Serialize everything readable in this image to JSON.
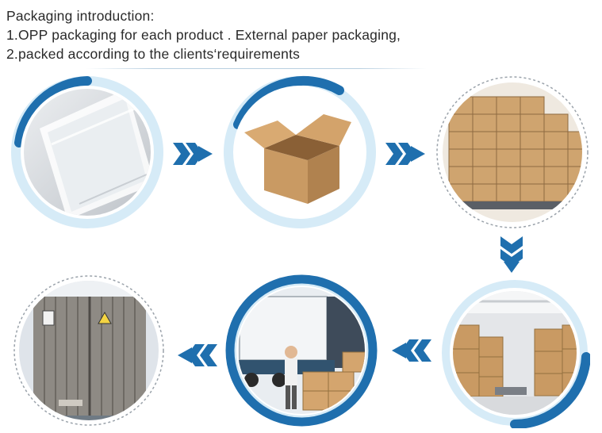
{
  "intro": {
    "title": "Packaging introduction:",
    "line1": "1.OPP packaging  for each product . External paper packaging,",
    "line2": "2.packed  according  to the clients‘requirements"
  },
  "colors": {
    "accent": "#1f6fae",
    "ring_light": "#d6ebf7",
    "arrow": "#1f6fae"
  },
  "steps": [
    {
      "name": "opp-bag",
      "icon": "opp-plastic-bag"
    },
    {
      "name": "carton-box",
      "icon": "open-cardboard-box"
    },
    {
      "name": "stacked-cartons",
      "icon": "stacked-cartons"
    },
    {
      "name": "warehouse",
      "icon": "warehouse-storage"
    },
    {
      "name": "truck-loading",
      "icon": "truck-loading"
    },
    {
      "name": "shipping-container",
      "icon": "shipping-container"
    }
  ]
}
